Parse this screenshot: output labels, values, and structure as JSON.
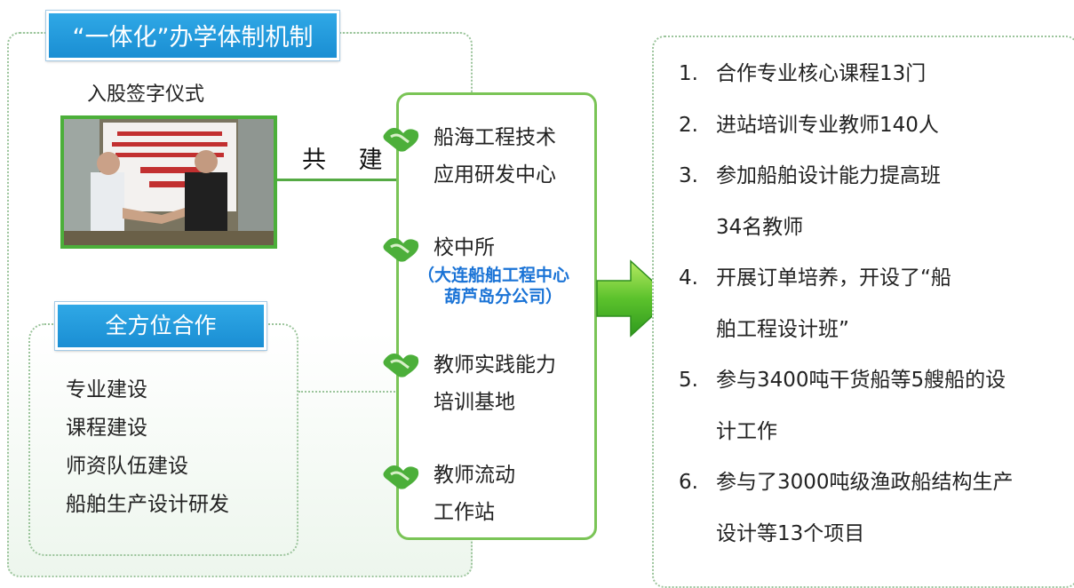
{
  "title": "“一体化”办学体制机制",
  "photo_caption": "入股签字仪式",
  "co_build": "共 建",
  "cooperation_title": "全方位合作",
  "cooperation_areas": [
    "专业建设",
    "课程建设",
    "师资队伍建设",
    "船舶生产设计研发"
  ],
  "joint_items": [
    {
      "lines": [
        "船海工程技术",
        "应用研发中心"
      ]
    },
    {
      "lines": [
        "校中所"
      ],
      "sub": [
        "（大连船舶工程中心",
        "葫芦岛分公司）"
      ]
    },
    {
      "lines": [
        "教师实践能力",
        "培训基地"
      ]
    },
    {
      "lines": [
        "教师流动",
        "工作站"
      ]
    }
  ],
  "results": [
    {
      "num": "1.",
      "text": "合作专业核心课程13门"
    },
    {
      "num": "2.",
      "text": "进站培训专业教师140人"
    },
    {
      "num": "3.",
      "text": "参加船舶设计能力提高班"
    },
    {
      "num": "",
      "text": "34名教师"
    },
    {
      "num": "4.",
      "text": "开展订单培养，开设了“船"
    },
    {
      "num": "",
      "text": "舶工程设计班”"
    },
    {
      "num": "5.",
      "text": "参与3400吨干货船等5艘船的设"
    },
    {
      "num": "",
      "text": "计工作"
    },
    {
      "num": "6.",
      "text": "参与了3000吨级渔政船结构生产"
    },
    {
      "num": "",
      "text": "设计等13个项目"
    }
  ],
  "colors": {
    "blue_box": "#1a8ed3",
    "green_border": "#7ac456",
    "green_icon": "#4caf3a",
    "sub_text_blue": "#1a73d6"
  },
  "icons": [
    "handshake-icon",
    "arrow-right-icon"
  ]
}
